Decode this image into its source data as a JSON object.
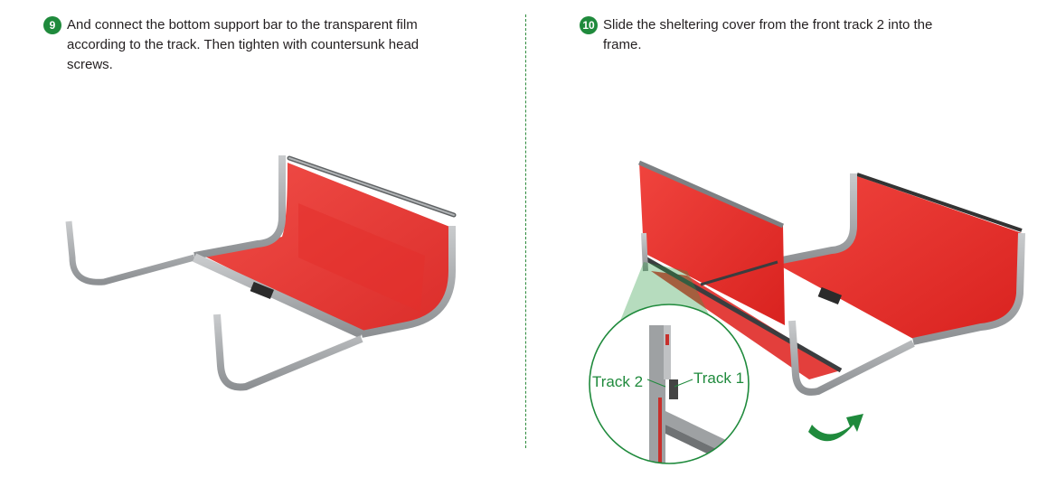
{
  "steps": [
    {
      "number": "9",
      "text": "And connect the bottom support bar to the transparent film according to the track. Then tighten with countersunk head screws."
    },
    {
      "number": "10",
      "text": "Slide the sheltering cover from the front track 2 into the frame."
    }
  ],
  "detail": {
    "track2_label": "Track 2",
    "track1_label": "Track 1"
  },
  "colors": {
    "accent_green": "#1f8a3c",
    "film_red": "#e8302c",
    "frame_grey": "#9ea1a3"
  }
}
